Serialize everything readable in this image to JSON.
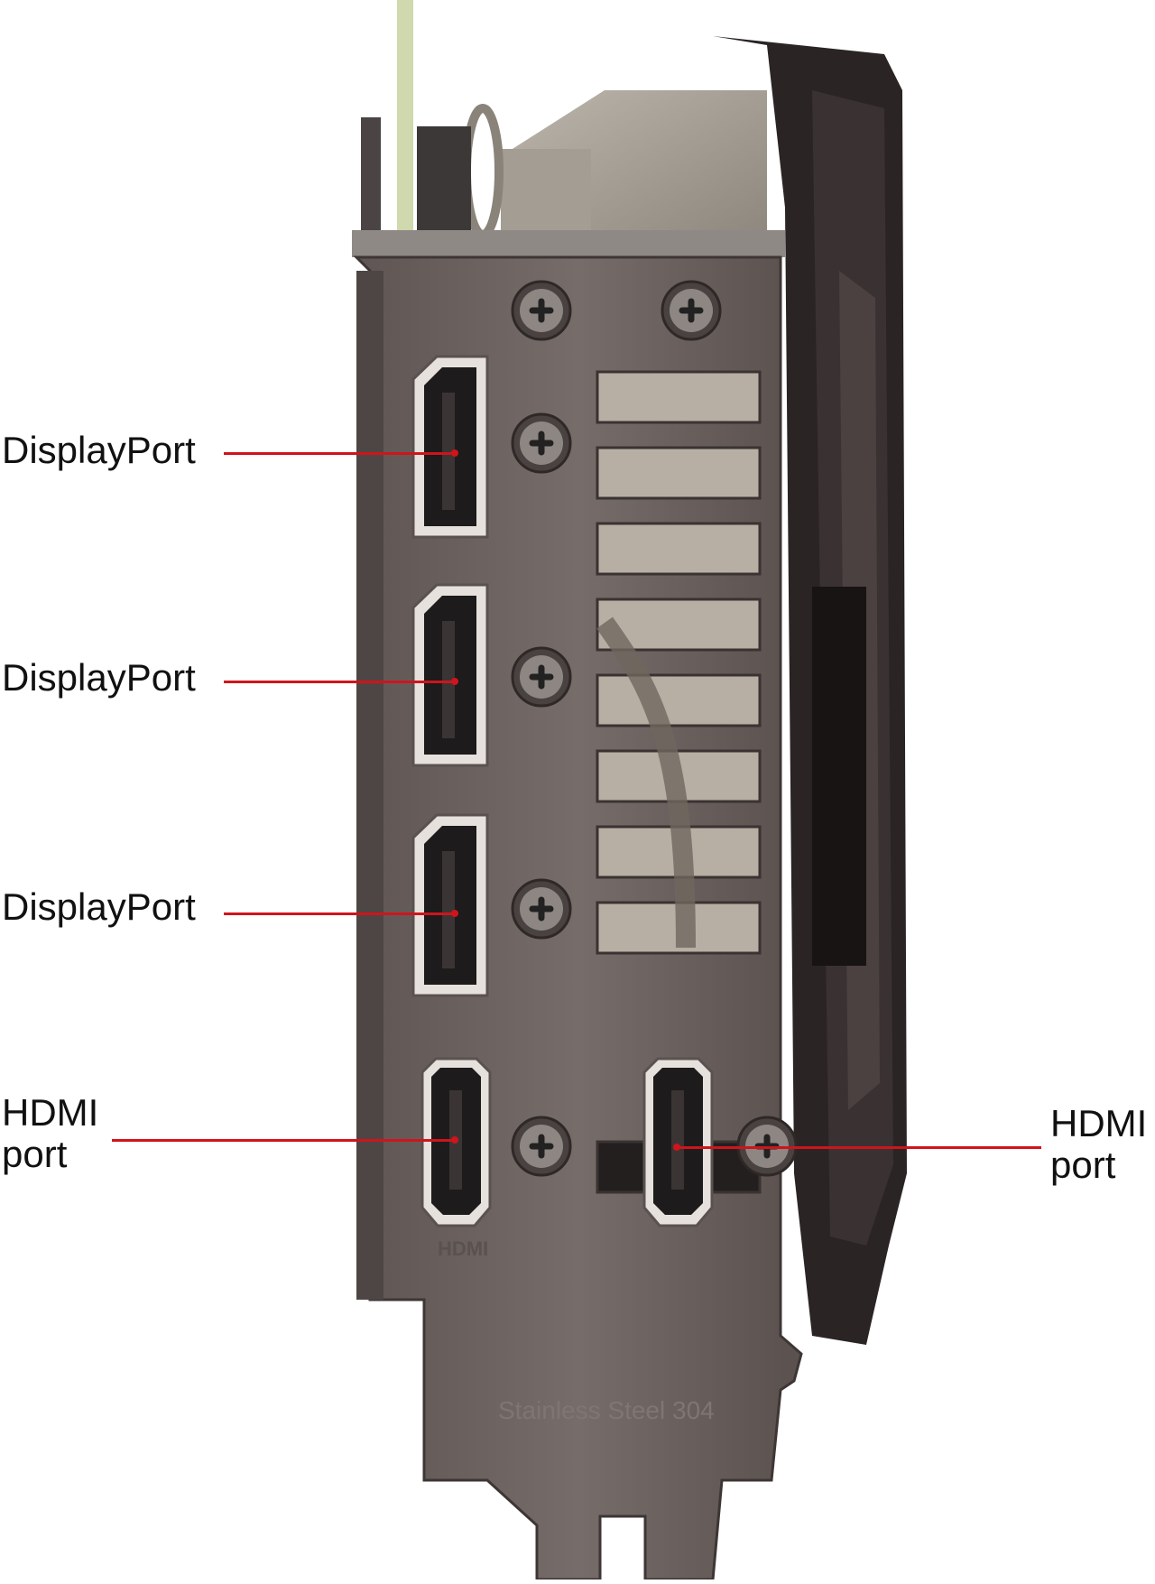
{
  "callouts": {
    "dp1": "DisplayPort",
    "dp2": "DisplayPort",
    "dp3": "DisplayPort",
    "hdmi_left": [
      "HDMI",
      "port"
    ],
    "hdmi_right": [
      "HDMI",
      "port"
    ]
  },
  "bracket": {
    "hdmi_mark": "HDMI",
    "engraving": "Stainless Steel 304"
  },
  "colors": {
    "leader": "#d0141c",
    "bracket": "#6f6563",
    "port_shell": "#e6e1dc",
    "port_interior": "#1d1b1b"
  },
  "icons": [
    "screw-icon",
    "displayport-connector-icon",
    "hdmi-connector-icon"
  ]
}
